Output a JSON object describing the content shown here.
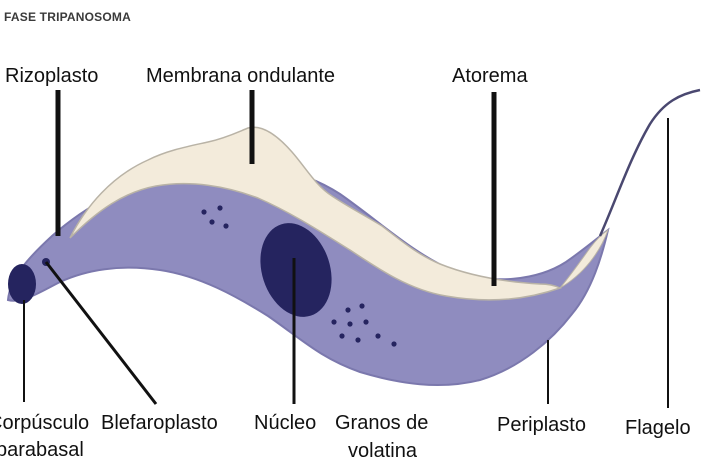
{
  "header": {
    "title": "FASE TRIPANOSOMA"
  },
  "labels": {
    "rizoplasto": "Rizoplasto",
    "membrana_ondulante": "Membrana ondulante",
    "atorema": "Atorema",
    "corpusculo_line1": "Corpúsculo",
    "corpusculo_line2": "parabasal",
    "blefaroplasto": "Blefaroplasto",
    "nucleo": "Núcleo",
    "granos_line1": "Granos de",
    "granos_line2": "volatina",
    "periplasto": "Periplasto",
    "flagelo": "Flagelo"
  },
  "colors": {
    "body_fill": "#8f8cbf",
    "body_edge": "#7b78ad",
    "membrane_fill": "#f3ebdb",
    "membrane_edge": "#b9b3a6",
    "dark_structures": "#25245f",
    "leader_lines": "#111111"
  }
}
